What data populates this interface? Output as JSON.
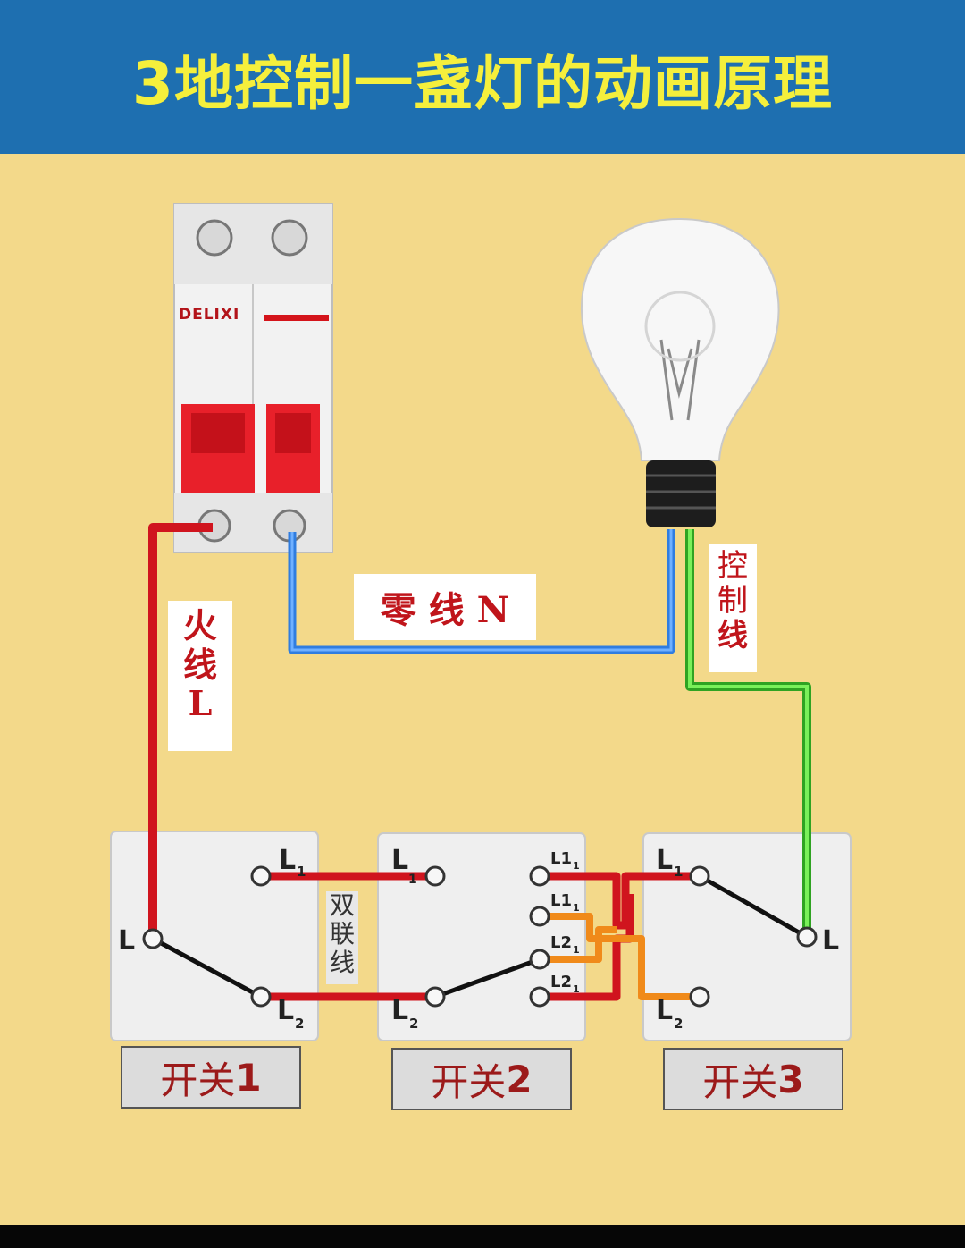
{
  "header": {
    "title": "3地控制一盏灯的动画原理"
  },
  "breaker": {
    "brand": "DELIXI"
  },
  "labels": {
    "live": [
      "火",
      "线",
      "L"
    ],
    "neutral": "零 线 N",
    "control": [
      "控",
      "制",
      "线"
    ],
    "link": [
      "双",
      "联",
      "线"
    ]
  },
  "switches": [
    {
      "name": "开关",
      "num": "1"
    },
    {
      "name": "开关",
      "num": "2"
    },
    {
      "name": "开关",
      "num": "3"
    }
  ],
  "terminals": {
    "sw1": {
      "l1": "L",
      "l1_sub": "1",
      "l2": "L",
      "l2_sub": "2",
      "common": "L"
    },
    "sw2": {
      "l1": "L",
      "l1_sub": "1",
      "l2": "L",
      "l2_sub": "2",
      "r1": "L1",
      "r1_sub": "1",
      "r2": "L1",
      "r2_sub": "1",
      "r3": "L2",
      "r3_sub": "1",
      "r4": "L2",
      "r4_sub": "1"
    },
    "sw3": {
      "l1": "L",
      "l1_sub": "1",
      "l2": "L",
      "l2_sub": "2",
      "common": "L"
    }
  },
  "colors": {
    "header_bg": "#1e6fb0",
    "title": "#f5ef3c",
    "live_wire": "#d0141e",
    "neutral_wire": "#2f7de0",
    "control_wire": "#3ad12a",
    "link_wire": "#f08a1a",
    "label_text": "#c0151b"
  }
}
